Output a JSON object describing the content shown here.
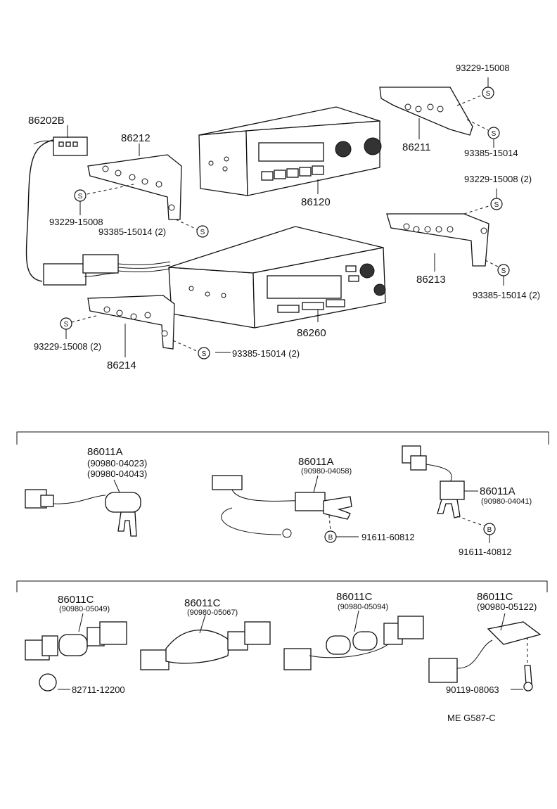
{
  "labels": {
    "p86202B": "86202B",
    "p86212": "86212",
    "p86120": "86120",
    "p86211": "86211",
    "p86213": "86213",
    "p86260": "86260",
    "p86214": "86214",
    "b93229_top": "93229-15008",
    "b93385_top": "93385-15014",
    "b93229_right": "93229-15008 (2)",
    "b93385_right": "93385-15014 (2)",
    "b93229_left": "93229-15008",
    "b93385_left": "93385-15014 (2)",
    "b93229_low": "93229-15008 (2)",
    "b93385_low": "93385-15014 (2)",
    "a1": "86011A",
    "a1s1": "(90980-04023)",
    "a1s2": "(90980-04043)",
    "a2": "86011A",
    "a2s": "(90980-04058)",
    "a2b": "91611-60812",
    "a3": "86011A",
    "a3s": "(90980-04041)",
    "a3b": "91611-40812",
    "c1": "86011C",
    "c1s": "(90980-05049)",
    "c1b": "82711-12200",
    "c2": "86011C",
    "c2s": "(90980-05067)",
    "c3": "86011C",
    "c3s": "(90980-05094)",
    "c4": "86011C",
    "c4s": "(90980-05122)",
    "c4b": "90119-08063",
    "ref": "ME  G587-C"
  },
  "symbols": {
    "s": "S",
    "b": "B"
  }
}
